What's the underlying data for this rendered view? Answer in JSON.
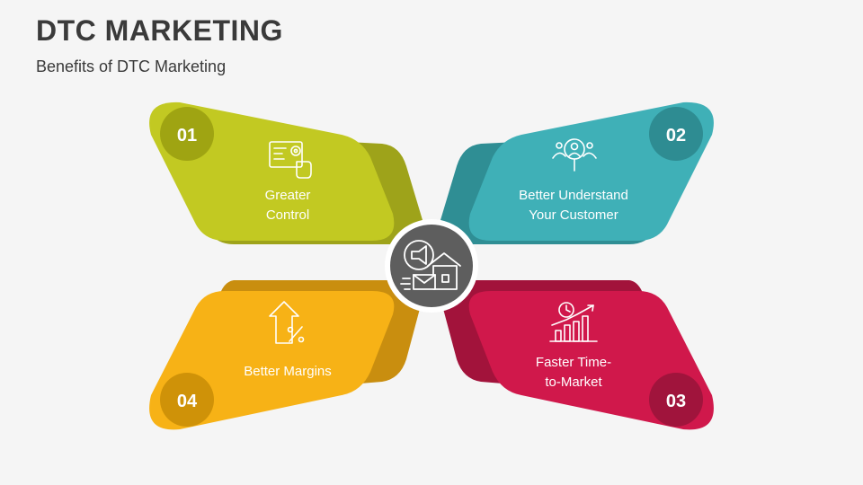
{
  "header": {
    "title": "DTC MARKETING",
    "subtitle": "Benefits of DTC Marketing"
  },
  "cards": [
    {
      "number": "01",
      "line1": "Greater",
      "line2": "Control",
      "icon": "control-panel-icon",
      "color": "#c2c922",
      "shadow": "#9ea31a",
      "badge": "#9fa412"
    },
    {
      "number": "02",
      "line1": "Better Understand",
      "line2": "Your Customer",
      "icon": "customer-insight-icon",
      "color": "#3fb0b7",
      "shadow": "#2f8e94",
      "badge": "#2e8c92"
    },
    {
      "number": "03",
      "line1": "Faster Time-",
      "line2": "to-Market",
      "icon": "growth-chart-icon",
      "color": "#d0184b",
      "shadow": "#a2133b",
      "badge": "#a0143c"
    },
    {
      "number": "04",
      "line1": "Better Margins",
      "line2": "",
      "icon": "margin-percent-icon",
      "color": "#f7b216",
      "shadow": "#c98e0f",
      "badge": "#cf9208"
    }
  ],
  "center": {
    "icon": "dtc-marketing-icon",
    "color": "#5e5e5e"
  }
}
